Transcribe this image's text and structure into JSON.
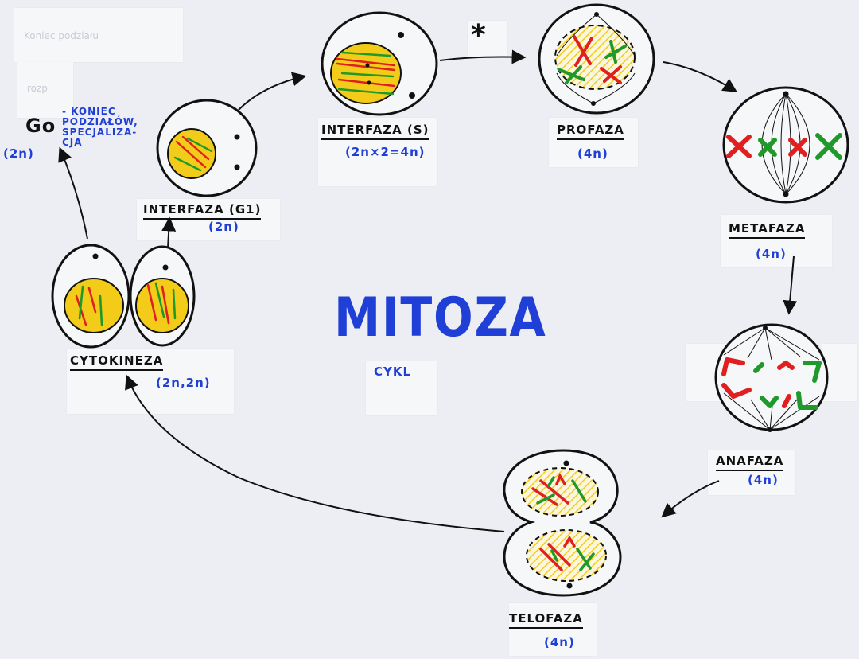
{
  "title": "MITOZA",
  "subtitle": "CYKL",
  "g0": {
    "label": "Go",
    "note": "- KONIEC\nPODZIAŁÓW,\nSPECJALIZA-\nCJA",
    "ploidy": "(2n)",
    "faded_text_1": "Koniec podziału",
    "faded_text_2": "rozp"
  },
  "s_phase_marker": "*",
  "stages": [
    {
      "id": "interfaza-g1",
      "name": "INTERFAZA (G1)",
      "ploidy": "(2n)"
    },
    {
      "id": "interfaza-s",
      "name": "INTERFAZA (S)",
      "ploidy": "(2n×2=4n)"
    },
    {
      "id": "profaza",
      "name": "PROFAZA",
      "ploidy": "(4n)"
    },
    {
      "id": "metafaza",
      "name": "METAFAZA",
      "ploidy": "(4n)"
    },
    {
      "id": "anafaza",
      "name": "ANAFAZA",
      "ploidy": "(4n)"
    },
    {
      "id": "telofaza",
      "name": "TELOFAZA",
      "ploidy": "(4n)"
    },
    {
      "id": "cytokineza",
      "name": "CYTOKINEZA",
      "ploidy": "(2n,2n)"
    }
  ],
  "colors": {
    "ink": "#111111",
    "blue_marker": "#1f3fd6",
    "nucleus_yellow": "#f3cc1a",
    "chromosome_red": "#e02020",
    "chromosome_green": "#1f9a2a",
    "paper": "#eceef3",
    "sticker": "#f6f7f9"
  }
}
